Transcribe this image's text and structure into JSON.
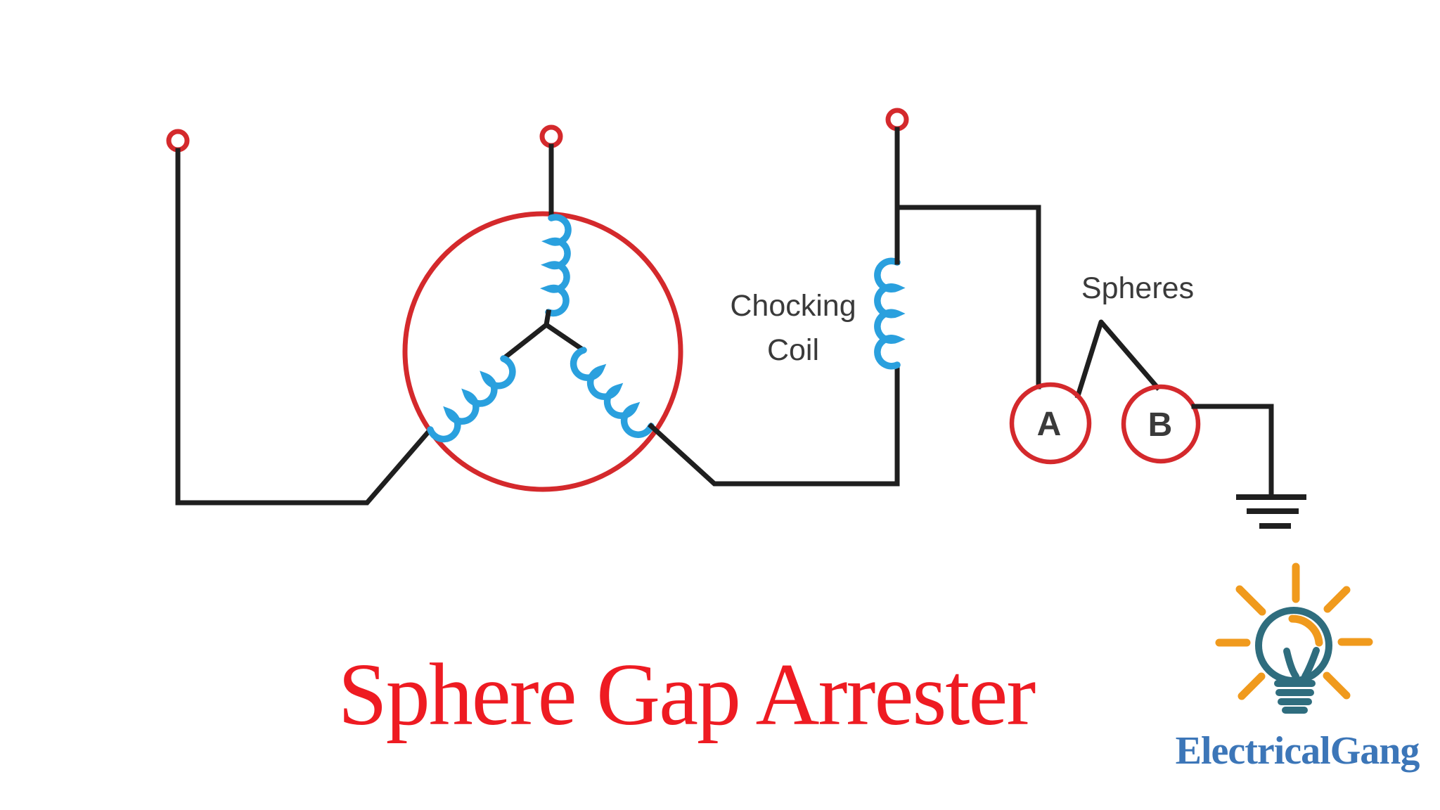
{
  "title": {
    "text": "Sphere Gap Arrester"
  },
  "diagram": {
    "choking_coil_label": {
      "line1": "Chocking",
      "line2": "Coil"
    },
    "spheres_label": "Spheres",
    "sphere_a": "A",
    "sphere_b": "B"
  },
  "logo": {
    "wordmark": "ElectricalGang"
  },
  "colors": {
    "bg": "#ffffff",
    "wire": "#1f1f1f",
    "red": "#d4292c",
    "coil": "#2aa0de",
    "label": "#3a3a3a",
    "titlered": "#ee1b22",
    "teal": "#2f6d7e",
    "orange": "#f09a1d",
    "logoblue": "#3c76b8"
  }
}
